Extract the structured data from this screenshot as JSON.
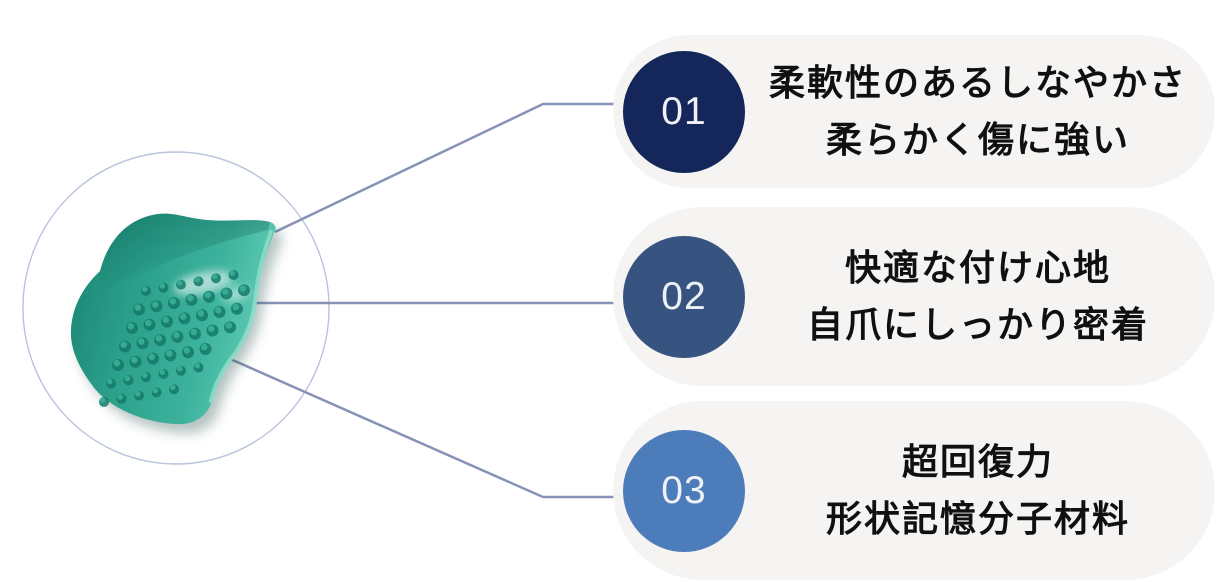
{
  "figure": {
    "description": "teal nail tip product inside a thin outlined circle",
    "colors": {
      "body_dark": "#1b8271",
      "body_mid": "#2ba18c",
      "body_light": "#5ecab4",
      "dimple": "#15796a",
      "dimple_highlight": "#35ab93",
      "rim_light": "#8adcc8",
      "outline_circle": "#b9c3da",
      "connector": "#8792b8",
      "shadow": "#1c4a42"
    }
  },
  "callouts": [
    {
      "number": "01",
      "circle_color": "#14265a",
      "lines": [
        "柔軟性のあるしなやかさ",
        "柔らかく傷に強い"
      ]
    },
    {
      "number": "02",
      "circle_color": "#375481",
      "lines": [
        "快適な付け心地",
        "自爪にしっかり密着"
      ]
    },
    {
      "number": "03",
      "circle_color": "#4d7cba",
      "lines": [
        "超回復力",
        "形状記憶分子材料"
      ]
    }
  ]
}
